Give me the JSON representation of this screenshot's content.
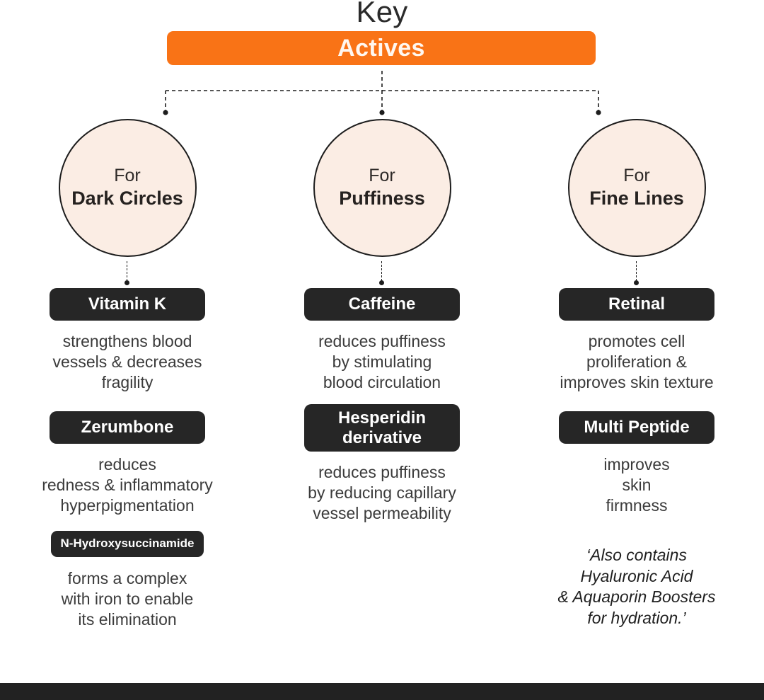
{
  "header": {
    "eyebrow": "Key",
    "title": "Actives",
    "bar_color": "#F97316",
    "title_color": "#FFF7F0"
  },
  "theme": {
    "background": "#FFFFFF",
    "circle_fill": "#FBEDE4",
    "circle_border": "#1D1D1D",
    "pill_background": "#262626",
    "pill_text": "#FFFFFF",
    "description_text": "#3B3B3B",
    "bottom_bar": "#222222"
  },
  "columns": [
    {
      "circle": {
        "prefix": "For",
        "name": "Dark Circles"
      },
      "items": [
        {
          "label": "Vitamin K",
          "size": "large",
          "description": "strengthens blood\nvessels & decreases\nfragility"
        },
        {
          "label": "Zerumbone",
          "size": "large",
          "description": "reduces\nredness & inflammatory\nhyperpigmentation"
        },
        {
          "label": "N-Hydroxysuccinamide",
          "size": "small",
          "description": "forms a complex\nwith iron to enable\nits elimination"
        }
      ],
      "note": ""
    },
    {
      "circle": {
        "prefix": "For",
        "name": "Puffiness"
      },
      "items": [
        {
          "label": "Caffeine",
          "size": "large",
          "description": "reduces puffiness\nby stimulating\nblood circulation"
        },
        {
          "label": "Hesperidin\nderivative",
          "size": "large",
          "description": "reduces puffiness\nby reducing capillary\nvessel permeability"
        }
      ],
      "note": ""
    },
    {
      "circle": {
        "prefix": "For",
        "name": "Fine Lines"
      },
      "items": [
        {
          "label": "Retinal",
          "size": "large",
          "description": "promotes cell\nproliferation &\nimproves skin texture"
        },
        {
          "label": "Multi Peptide",
          "size": "large",
          "description": "improves\nskin\nfirmness"
        }
      ],
      "note": "‘Also contains\nHyaluronic Acid\n& Aquaporin Boosters\nfor hydration.’"
    }
  ]
}
